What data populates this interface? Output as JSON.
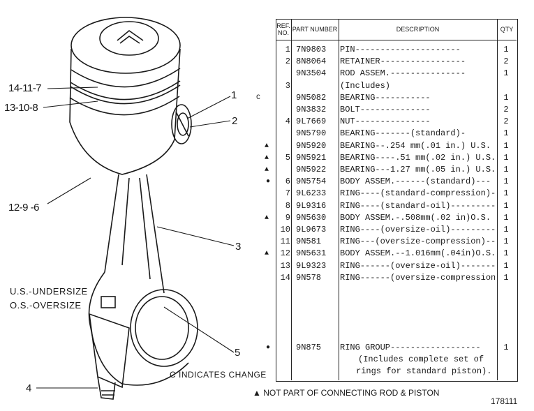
{
  "drawing": {
    "callouts": [
      "14-11-7",
      "13-10-8",
      "12-9 -6",
      "1",
      "2",
      "3",
      "5",
      "4"
    ],
    "legend_us": "U.S.-UNDERSIZE",
    "legend_os": "O.S.-OVERSIZE",
    "change_note": "C INDICATES CHANGE"
  },
  "table": {
    "headers": {
      "ref": "REF. NO.",
      "part": "PART NUMBER",
      "desc": "DESCRIPTION",
      "qty": "QTY"
    },
    "rows": [
      {
        "mark": "",
        "ref": "1",
        "part": "7N9803",
        "desc": "PIN---------------------",
        "qty": "1"
      },
      {
        "mark": "",
        "ref": "2",
        "part": "8N8064",
        "desc": "RETAINER-----------------",
        "qty": "2"
      },
      {
        "mark": "",
        "ref": "",
        "part": "9N3504",
        "desc": "ROD ASSEM.---------------",
        "qty": "1"
      },
      {
        "mark": "",
        "ref": "3",
        "part": "",
        "desc": "    (Includes)",
        "qty": ""
      },
      {
        "mark": "C",
        "ref": "",
        "part": "9N5082",
        "desc": "      BEARING-----------",
        "qty": "1"
      },
      {
        "mark": "",
        "ref": "",
        "part": "9N3832",
        "desc": "      BOLT--------------",
        "qty": "2"
      },
      {
        "mark": "",
        "ref": "4",
        "part": "9L7669",
        "desc": "      NUT---------------",
        "qty": "2"
      },
      {
        "mark": "",
        "ref": "",
        "part": "9N5790",
        "desc": "BEARING-------(standard)-",
        "qty": "1"
      },
      {
        "mark": "▲",
        "ref": "",
        "part": "9N5920",
        "desc": "BEARING--.254 mm(.01 in.) U.S.",
        "qty": "1"
      },
      {
        "mark": "▲",
        "ref": "5",
        "part": "9N5921",
        "desc": "BEARING----.51 mm(.02 in.) U.S.-",
        "qty": "1"
      },
      {
        "mark": "▲",
        "ref": "",
        "part": "9N5922",
        "desc": "BEARING---1.27 mm(.05 in.) U.S.",
        "qty": "1"
      },
      {
        "mark": "●",
        "ref": "6",
        "part": "9N5754",
        "desc": "BODY ASSEM.------(standard)---",
        "qty": "1"
      },
      {
        "mark": "",
        "ref": "7",
        "part": "9L6233",
        "desc": "RING----(standard-compression)--",
        "qty": "1"
      },
      {
        "mark": "",
        "ref": "8",
        "part": "9L9316",
        "desc": "RING----(standard-oil)----------",
        "qty": "1"
      },
      {
        "mark": "▲",
        "ref": "9",
        "part": "9N5630",
        "desc": "BODY ASSEM.-.508mm(.02 in)O.S.",
        "qty": "1"
      },
      {
        "mark": "",
        "ref": "10",
        "part": "9L9673",
        "desc": "RING----(oversize-oil)---------",
        "qty": "1"
      },
      {
        "mark": "",
        "ref": "11",
        "part": "9N581",
        "desc": "RING---(oversize-compression)--",
        "qty": "1"
      },
      {
        "mark": "▲",
        "ref": "12",
        "part": "9N5631",
        "desc": "BODY ASSEM.--1.016mm(.04in)O.S.",
        "qty": "1"
      },
      {
        "mark": "",
        "ref": "13",
        "part": "9L9323",
        "desc": "RING------(oversize-oil)-------",
        "qty": "1"
      },
      {
        "mark": "",
        "ref": "14",
        "part": "9N578",
        "desc": "RING------(oversize-compression)--",
        "qty": "1"
      }
    ],
    "ring_group": {
      "mark": "●",
      "part": "9N875",
      "desc": "RING GROUP------------------",
      "desc2": "(Includes complete set of",
      "desc3": "rings for standard piston).",
      "qty": "1"
    }
  },
  "footnote": "▲ NOT PART OF CONNECTING ROD & PISTON",
  "figure_number": "178111"
}
